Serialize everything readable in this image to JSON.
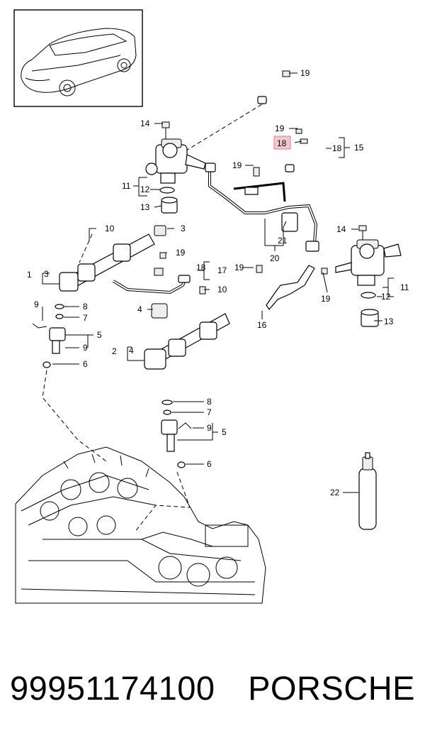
{
  "callouts": {
    "c1": "1",
    "c2": "2",
    "c3a": "3",
    "c3b": "3",
    "c4a": "4",
    "c4b": "4",
    "c5a": "5",
    "c5b": "5",
    "c6a": "6",
    "c6b": "6",
    "c7a": "7",
    "c7b": "7",
    "c8a": "8",
    "c8b": "8",
    "c9a": "9",
    "c9b": "9",
    "c9c": "9",
    "c10a": "10",
    "c10b": "10",
    "c11a": "11",
    "c11b": "11",
    "c12a": "12",
    "c12b": "12",
    "c13a": "13",
    "c13b": "13",
    "c14a": "14",
    "c14b": "14",
    "c15": "15",
    "c16": "16",
    "c17": "17",
    "c18a": "18",
    "c18b": "18",
    "c18c": "18",
    "c19a": "19",
    "c19b": "19",
    "c19c": "19",
    "c19d": "19",
    "c19e": "19",
    "c19f": "19",
    "c20": "20",
    "c21": "21",
    "c22": "22"
  },
  "highlighted_callout": "18",
  "highlight_color": "#f4c7cf",
  "footer": {
    "part_number": "99951174100",
    "brand": "PORSCHE"
  }
}
